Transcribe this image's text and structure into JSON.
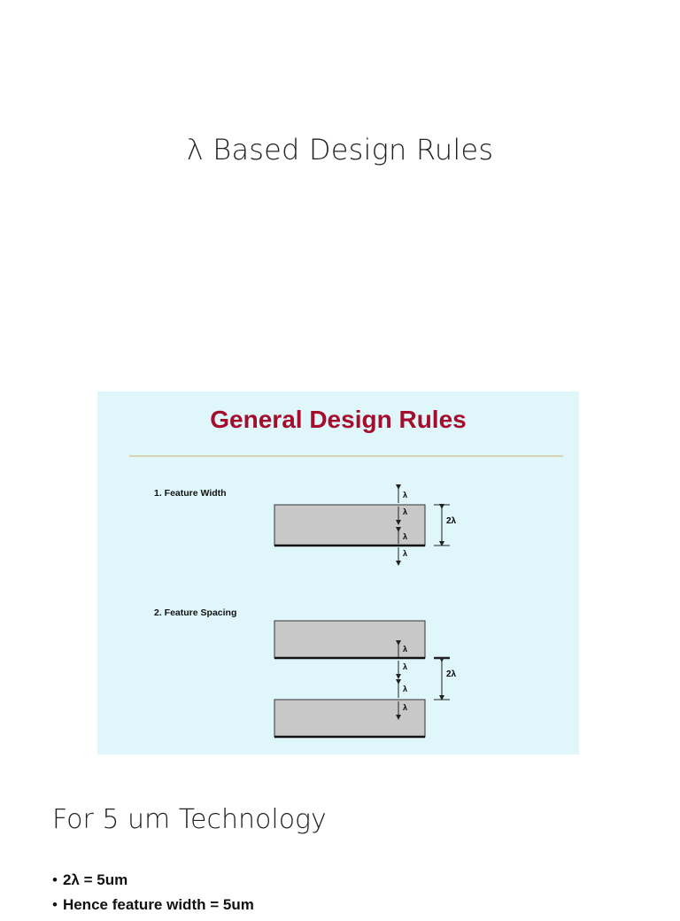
{
  "slide": {
    "title": "λ Based Design Rules"
  },
  "figure": {
    "heading": "General Design Rules",
    "colors": {
      "heading": "#a50d2d",
      "rule_line": "#d7c99a",
      "background": "#dff6fb",
      "feature_fill": "#c8c8c8"
    },
    "rule1": {
      "label": "1. Feature Width",
      "lambda_labels": [
        "λ",
        "λ",
        "λ",
        "λ"
      ],
      "dimension_label": "2λ"
    },
    "rule2": {
      "label": "2. Feature Spacing",
      "lambda_labels": [
        "λ",
        "λ",
        "λ",
        "λ"
      ],
      "dimension_label": "2λ"
    }
  },
  "section": {
    "heading": "For 5 um Technology",
    "bullets": [
      "2λ = 5um",
      "Hence feature width = 5um"
    ]
  }
}
